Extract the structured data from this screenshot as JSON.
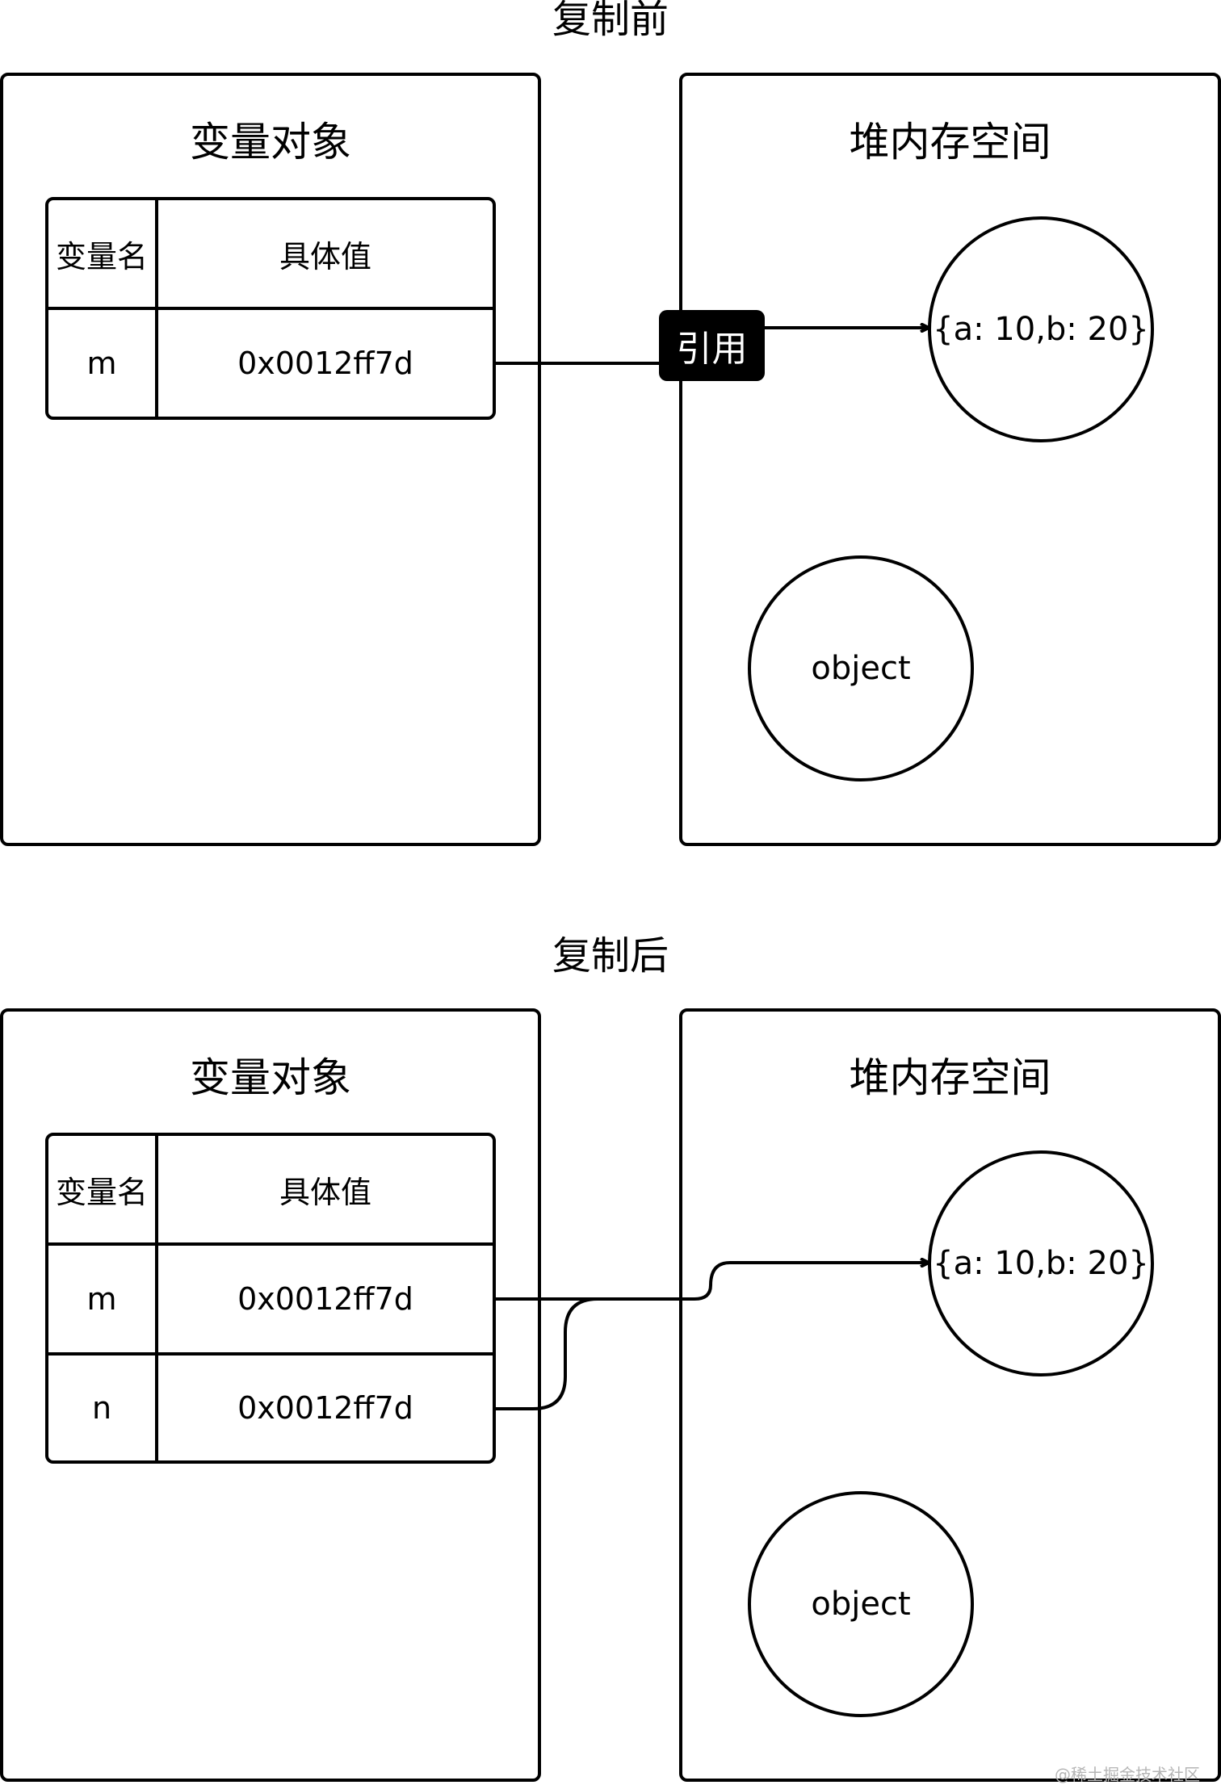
{
  "before": {
    "title": "复制前",
    "variables_panel": {
      "title": "变量对象",
      "headers": {
        "name": "变量名",
        "value": "具体值"
      },
      "rows": [
        {
          "name": "m",
          "value": "0x0012ff7d"
        }
      ]
    },
    "heap_panel": {
      "title": "堆内存空间",
      "target_object": "{a: 10,b: 20}",
      "other_object": "object"
    },
    "edge_label": "引用"
  },
  "after": {
    "title": "复制后",
    "variables_panel": {
      "title": "变量对象",
      "headers": {
        "name": "变量名",
        "value": "具体值"
      },
      "rows": [
        {
          "name": "m",
          "value": "0x0012ff7d"
        },
        {
          "name": "n",
          "value": "0x0012ff7d"
        }
      ]
    },
    "heap_panel": {
      "title": "堆内存空间",
      "target_object": "{a: 10,b: 20}",
      "other_object": "object"
    }
  },
  "watermark": "@稀土掘金技术社区"
}
